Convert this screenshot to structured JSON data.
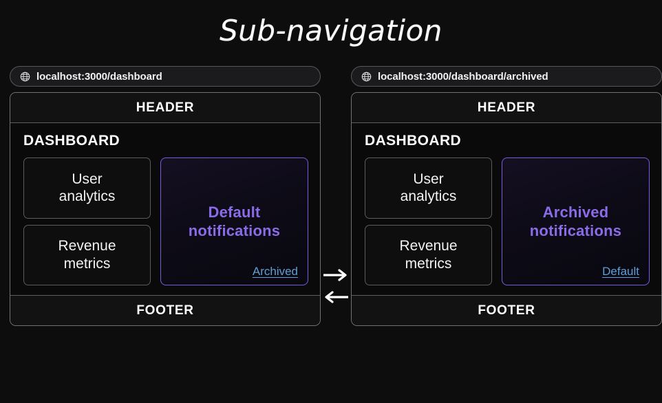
{
  "title": "Sub-navigation",
  "colors": {
    "background": "#0d0d0d",
    "frame_border": "#707276",
    "card_border": "#5a5c60",
    "accent_purple": "#8b6ce8",
    "panel_border_purple": "#7b5ce0",
    "link_blue": "#5e9fd4",
    "text_white": "#ffffff"
  },
  "panes": [
    {
      "url": "localhost:3000/dashboard",
      "url_icon": "globe-icon",
      "header_label": "HEADER",
      "footer_label": "FOOTER",
      "section_title": "DASHBOARD",
      "cards": [
        {
          "label": "User\nanalytics",
          "line1": "User",
          "line2": "analytics"
        },
        {
          "label": "Revenue\nmetrics",
          "line1": "Revenue",
          "line2": "metrics"
        }
      ],
      "notifications": {
        "line1": "Default",
        "line2": "notifications",
        "link_label": "Archived"
      }
    },
    {
      "url": "localhost:3000/dashboard/archived",
      "url_icon": "globe-icon",
      "header_label": "HEADER",
      "footer_label": "FOOTER",
      "section_title": "DASHBOARD",
      "cards": [
        {
          "label": "User\nanalytics",
          "line1": "User",
          "line2": "analytics"
        },
        {
          "label": "Revenue\nmetrics",
          "line1": "Revenue",
          "line2": "metrics"
        }
      ],
      "notifications": {
        "line1": "Archived",
        "line2": "notifications",
        "link_label": "Default"
      }
    }
  ],
  "arrows": [
    {
      "direction": "right",
      "name": "arrow-right-icon"
    },
    {
      "direction": "left",
      "name": "arrow-left-icon"
    }
  ]
}
